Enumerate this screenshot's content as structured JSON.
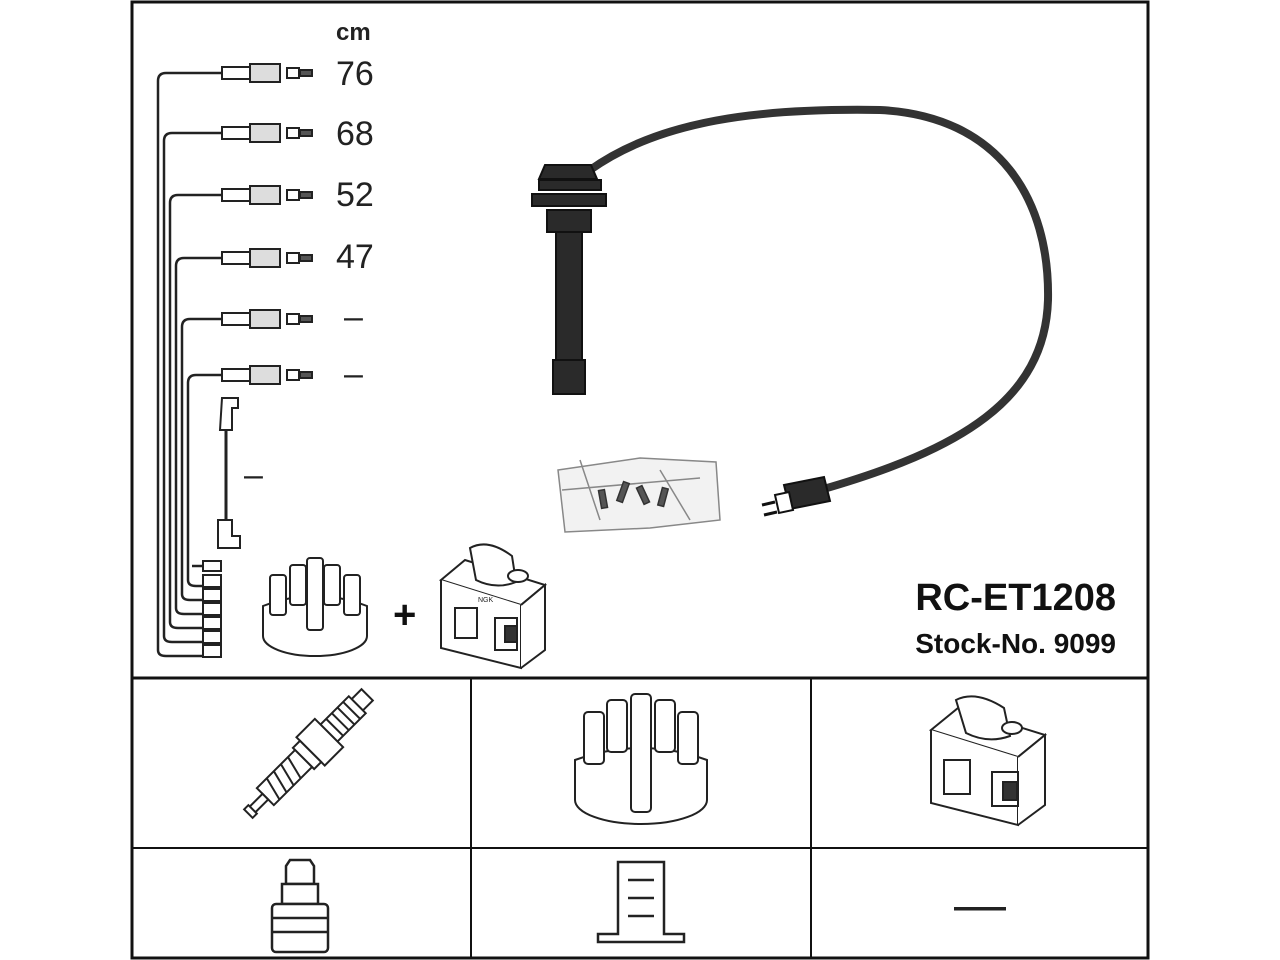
{
  "unit": "cm",
  "lengths": [
    "76",
    "68",
    "52",
    "47",
    "–",
    "–"
  ],
  "loose_cable_length": "–",
  "plus_sign": "+",
  "product_code": "RC-ET1208",
  "stock_number": "Stock-No. 9099",
  "coil_brand": "NGK",
  "bottom_empty_cell": "—"
}
